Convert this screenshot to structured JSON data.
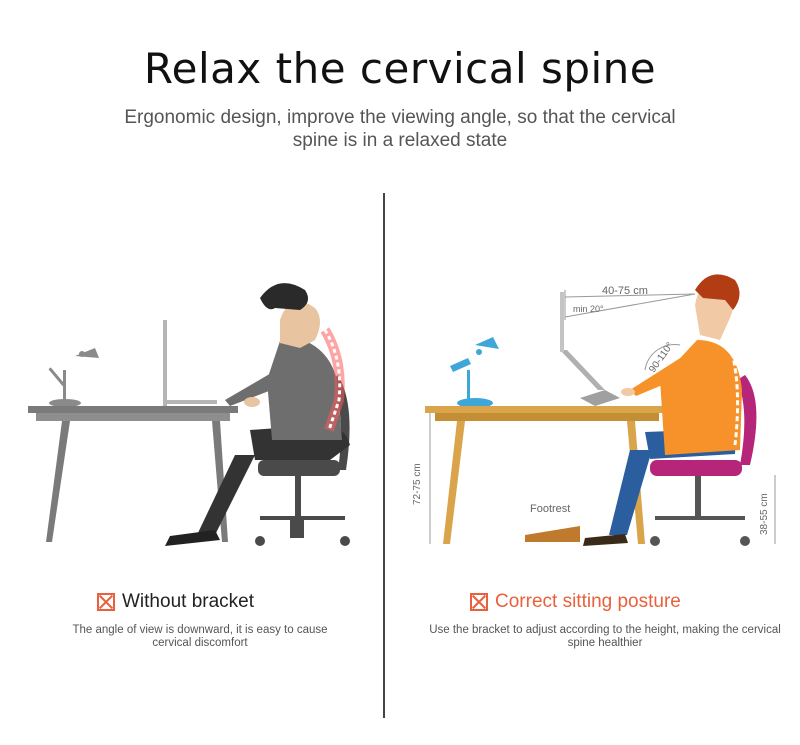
{
  "header": {
    "title": "Relax the cervical spine",
    "subtitle": "Ergonomic design, improve the viewing angle, so that the cervical spine is in a relaxed state"
  },
  "left_panel": {
    "caption": "Without bracket",
    "description": "The angle of view is downward, it is easy to cause cervical discomfort"
  },
  "right_panel": {
    "caption": "Correct sitting posture",
    "description": "Use the bracket to adjust according to the height, making the cervical spine healthier",
    "labels": {
      "distance": "40-75 cm",
      "min_angle": "min 20°",
      "arm_angle": "90-110°",
      "desk_height": "72-75 cm",
      "footrest": "Footrest",
      "seat_height": "38-55 cm"
    }
  },
  "colors": {
    "accent": "#e8613c",
    "desk_wood": "#d9a44a",
    "shirt": "#f7922a",
    "chair_seat": "#b5257a",
    "jeans": "#2a5e9e",
    "gray_figure": "#6e6e6e"
  }
}
